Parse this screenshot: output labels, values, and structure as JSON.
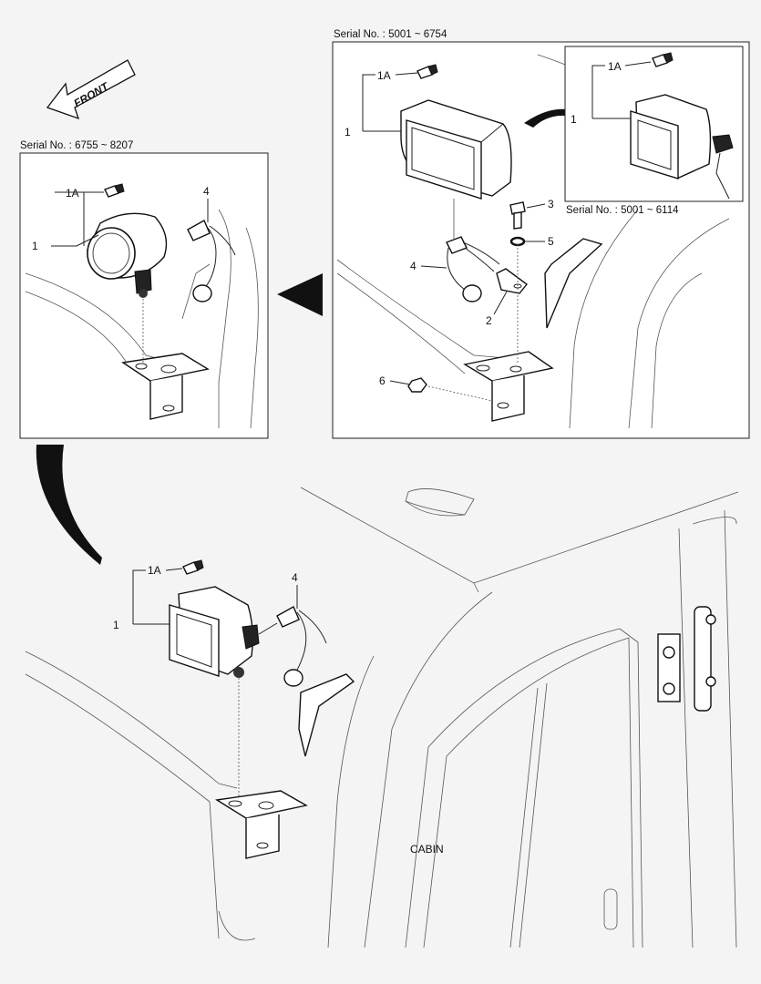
{
  "front_arrow": {
    "label": "FRONT"
  },
  "panels": {
    "top_right": {
      "serial": "Serial No.  : 5001 ~ 6754"
    },
    "inset": {
      "serial": "Serial No.  : 5001 ~ 6114"
    },
    "top_left": {
      "serial": "Serial No.  : 6755 ~ 8207"
    }
  },
  "callouts": {
    "work_lamp": "1",
    "bulb": "1A",
    "bracket": "2",
    "bolt": "3",
    "harness": "4",
    "washer": "5",
    "nut": "6"
  },
  "cabin_label": "CABIN"
}
